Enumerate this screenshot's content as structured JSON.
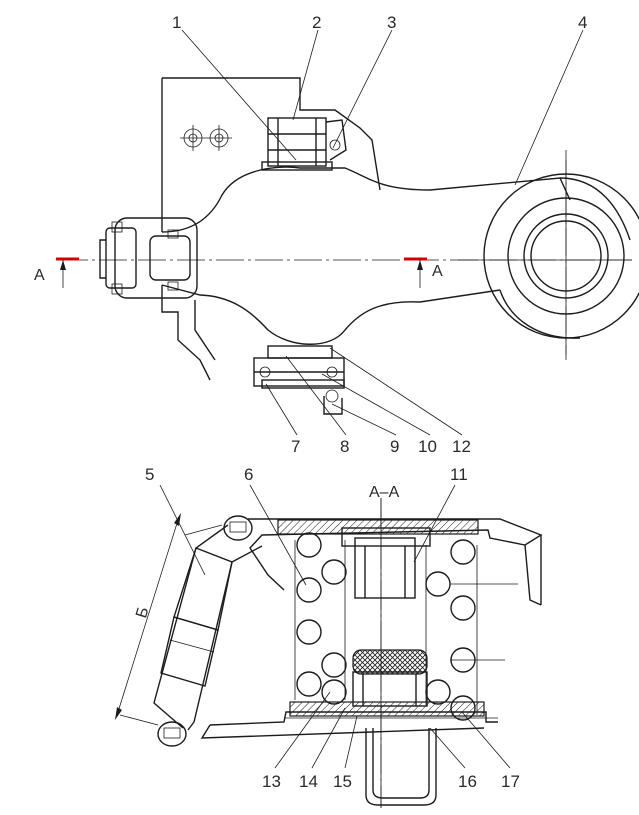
{
  "callouts_top": [
    "1",
    "2",
    "3",
    "4",
    "7",
    "8",
    "9",
    "10",
    "12"
  ],
  "callouts_bottom": [
    "5",
    "6",
    "11",
    "13",
    "14",
    "15",
    "16",
    "17"
  ],
  "section_marks": {
    "left": "А",
    "right": "А",
    "section_title": "А–А",
    "dimension": "Б"
  },
  "colors": {
    "line": "#1c1c1c",
    "section_marker": "#d40000"
  }
}
